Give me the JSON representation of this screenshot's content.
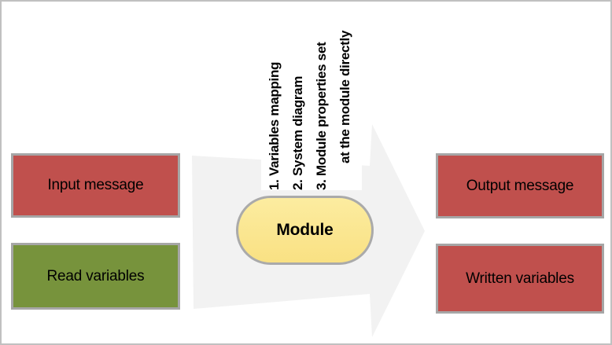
{
  "diagram": {
    "left_boxes": [
      {
        "label": "Input message",
        "color": "#C0504D"
      },
      {
        "label": "Read variables",
        "color": "#77933C"
      }
    ],
    "right_boxes": [
      {
        "label": "Output message",
        "color": "#C0504D"
      },
      {
        "label": "Written variables",
        "color": "#C0504D"
      }
    ],
    "module": {
      "label": "Module",
      "color": "#FAE48C"
    },
    "arrow_notes": {
      "line1": "1. Variables mapping",
      "line2": "2. System diagram",
      "line3": "3. Module properties set",
      "line4": "at the module directly"
    },
    "colors": {
      "red": "#C0504D",
      "green": "#77933C",
      "yellow": "#FAE48C",
      "arrow_gray": "#F2F2F2",
      "box_border_gray": "#A6A6A6",
      "frame_gray": "#C0C0C0"
    }
  }
}
